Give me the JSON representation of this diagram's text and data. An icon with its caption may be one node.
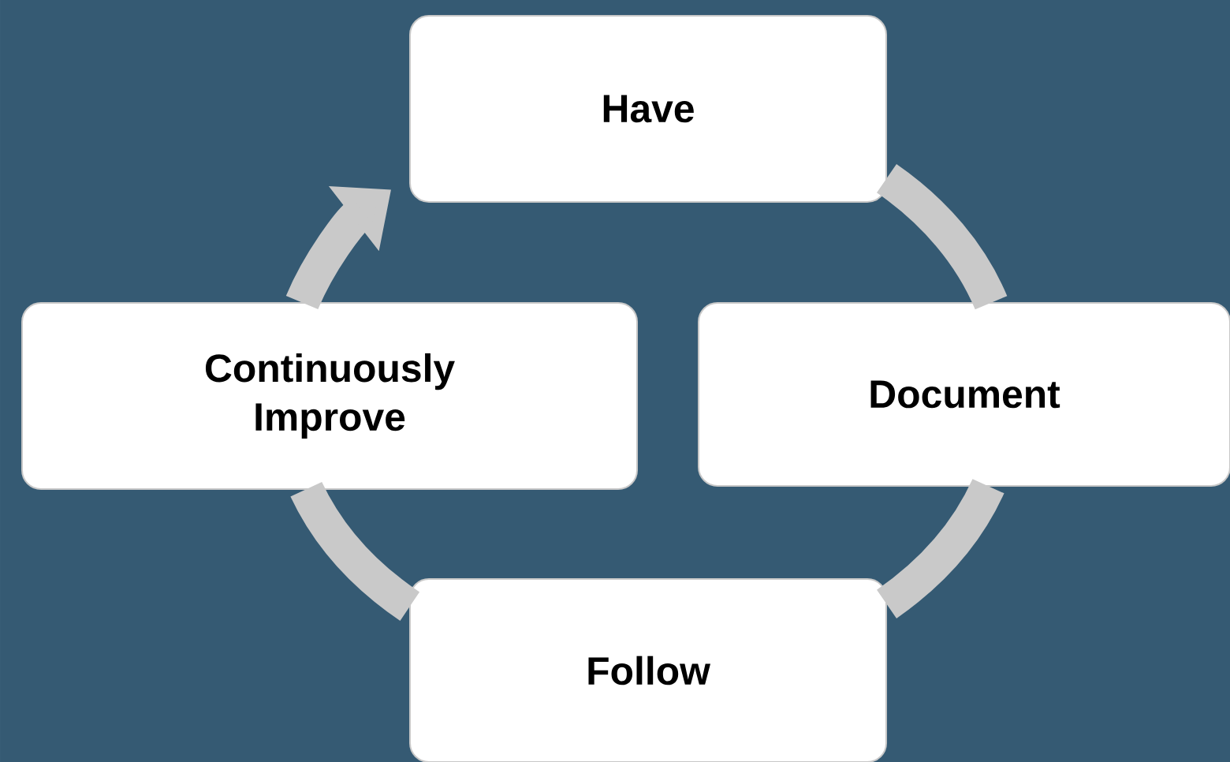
{
  "diagram": {
    "nodes": [
      {
        "text": [
          "Have"
        ]
      },
      {
        "text": [
          "Document"
        ]
      },
      {
        "text": [
          "Follow"
        ]
      },
      {
        "text": [
          "Continuously Improve"
        ]
      }
    ],
    "edges": [
      {
        "from": 0,
        "to": 1,
        "arrow": "none"
      },
      {
        "from": 1,
        "to": 2,
        "arrow": "none"
      },
      {
        "from": 2,
        "to": 3,
        "arrow": "none"
      },
      {
        "from": 3,
        "to": 0,
        "arrow": "to"
      }
    ]
  }
}
